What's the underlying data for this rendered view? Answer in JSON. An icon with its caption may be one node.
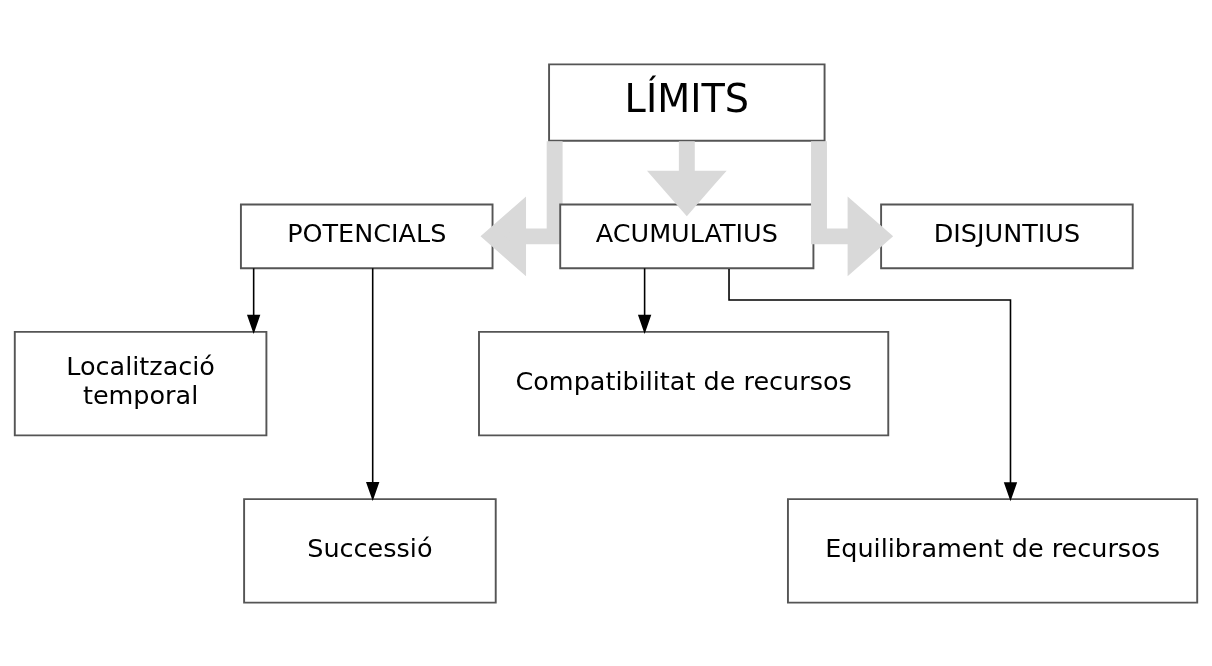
{
  "diagram": {
    "nodes": [
      {
        "text": [
          "LÍMITS"
        ]
      },
      {
        "text": [
          "POTENCIALS"
        ]
      },
      {
        "text": [
          "ACUMULATIUS"
        ]
      },
      {
        "text": [
          "DISJUNTIUS"
        ]
      },
      {
        "text": [
          "Localització temporal"
        ]
      },
      {
        "text": [
          "Successió"
        ]
      },
      {
        "text": [
          "Compatibilitat de recursos"
        ]
      },
      {
        "text": [
          "Equilibrament de recursos"
        ]
      }
    ],
    "edges": [
      {
        "from": 0,
        "to": 1,
        "arrow": "to",
        "style": "thick",
        "color": "#d9d9d9"
      },
      {
        "from": 0,
        "to": 2,
        "arrow": "to",
        "style": "thick",
        "color": "#d9d9d9"
      },
      {
        "from": 0,
        "to": 3,
        "arrow": "to",
        "style": "thick",
        "color": "#d9d9d9"
      },
      {
        "from": 1,
        "to": 4,
        "arrow": "to"
      },
      {
        "from": 1,
        "to": 5,
        "arrow": "to"
      },
      {
        "from": 2,
        "to": 6,
        "arrow": "to"
      },
      {
        "from": 2,
        "to": 7,
        "arrow": "to"
      }
    ]
  }
}
